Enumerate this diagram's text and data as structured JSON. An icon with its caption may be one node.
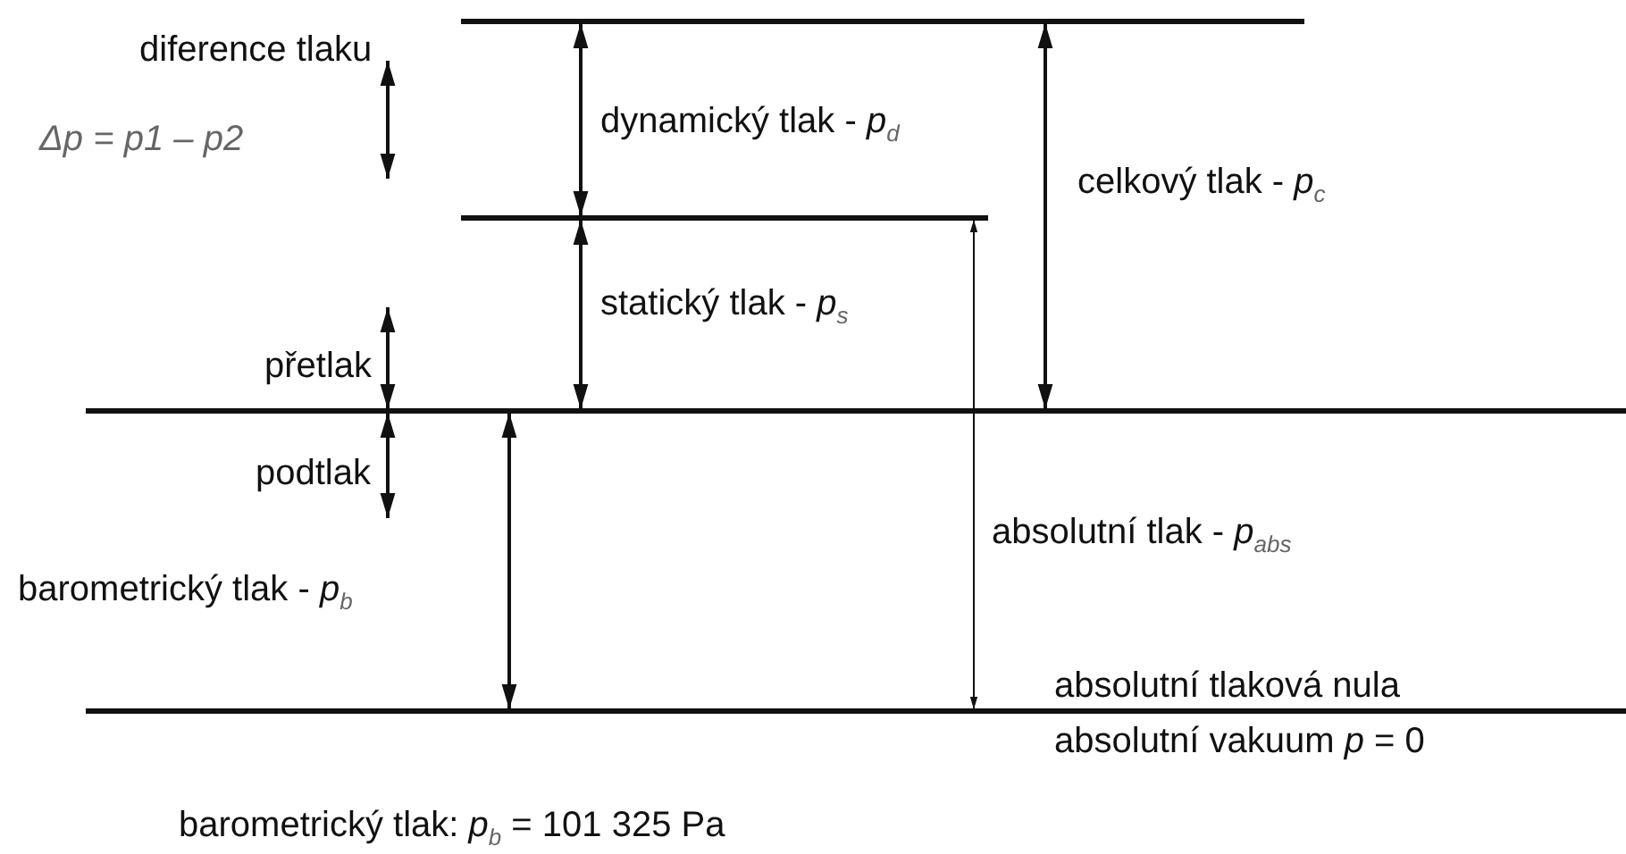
{
  "diagram": {
    "labels": [
      "diference tlaku",
      "Δp = p1 – p2",
      "dynamický tlak - *p*$_{d}$",
      "celkový tlak - *p*$_{c}$",
      "statický tlak - *p*$_{s}$",
      "přetlak",
      "podtlak",
      "barometrický tlak - *p*$_{b}$",
      "absolutní tlak - *p*$_{abs}$",
      "absolutní tlaková nula",
      "absolutní vakuum *p* = 0",
      "barometrický tlak: *p*$_{b}$  = 101 325 Pa"
    ]
  }
}
